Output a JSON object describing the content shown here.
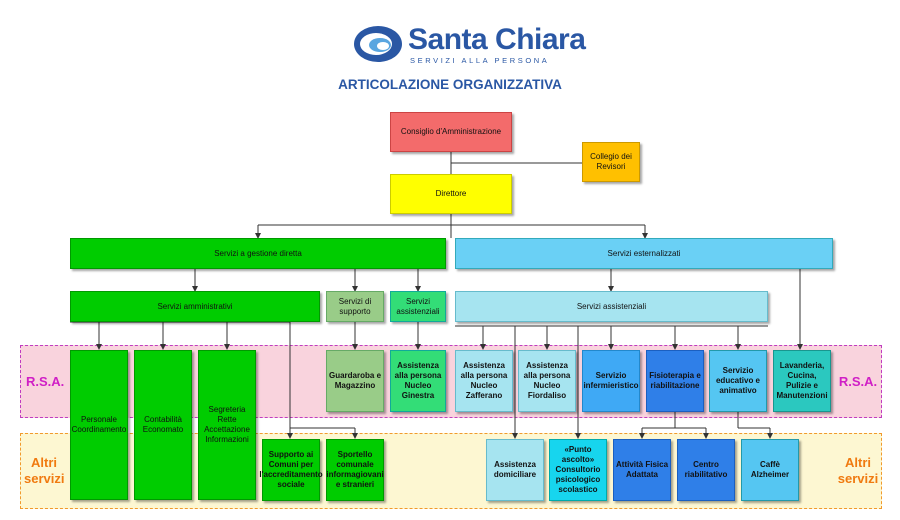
{
  "header": {
    "logo_name": "Santa Chiara",
    "logo_tagline": "SERVIZI ALLA PERSONA",
    "title": "ARTICOLAZIONE ORGANIZZATIVA"
  },
  "bands": {
    "rsa": "R.S.A.",
    "altri_line1": "Altri",
    "altri_line2": "servizi"
  },
  "boxes": {
    "consiglio": "Consiglio d'Amministrazione",
    "collegio": "Collegio dei Revisori",
    "direttore": "Direttore",
    "gestione_diretta": "Servizi a gestione diretta",
    "esternalizzati": "Servizi esternalizzati",
    "amministrativi": "Servizi amministrativi",
    "supporto": "Servizi di supporto",
    "assistenziali_diretti": "Servizi assistenziali",
    "assistenziali_esterni": "Servizi assistenziali",
    "personale": "Personale Coordinamento",
    "contabilita": "Contabilità Economato",
    "segreteria": "Segreteria Rette Accettazione Informazioni",
    "guardaroba": "Guardaroba e Magazzino",
    "ginestra": "Assistenza alla persona Nucleo Ginestra",
    "zafferano": "Assistenza alla persona Nucleo Zafferano",
    "fiordaliso": "Assistenza alla persona Nucleo Fiordaliso",
    "infermieristico": "Servizio infermieristico",
    "fisioterapia": "Fisioterapia e riabilitazione",
    "educativo": "Servizio educativo e animativo",
    "lavanderia": "Lavanderia, Cucina, Pulizie e Manutenzioni",
    "supporto_comuni": "Supporto ai Comuni per l'accreditamento sociale",
    "sportello": "Sportello comunale informagiovani e stranieri",
    "domiciliare": "Assistenza domiciliare",
    "punto_ascolto": "«Punto ascolto» Consultorio psicologico scolastico",
    "attivita_fisica": "Attività Fisica Adattata",
    "centro_riab": "Centro riabilitativo",
    "caffe": "Caffè Alzheimer"
  },
  "colors": {
    "brand": "#2a57a4",
    "rsa_band": "#f9d3dd",
    "altri_band": "#fdf7d2",
    "rsa_label": "#d01fc6",
    "altri_label": "#f07a10"
  }
}
